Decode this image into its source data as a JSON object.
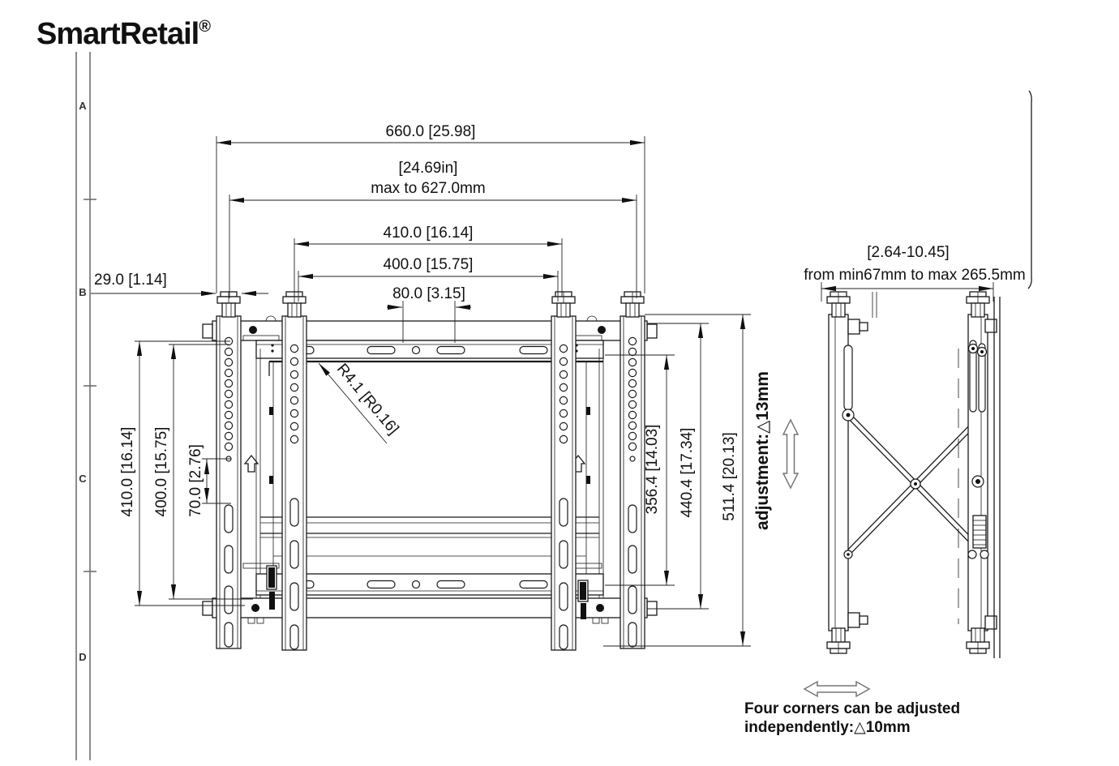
{
  "logo": {
    "text": "SmartRetail",
    "mark": "®",
    "color": "#1d56a8"
  },
  "border_zones": {
    "a": "A",
    "b": "B",
    "c": "C",
    "d": "D"
  },
  "front_view": {
    "dim_overall_width": "660.0 [25.98]",
    "dim_max_width_in": "[24.69in]",
    "dim_max_width_mm": "max to 627.0mm",
    "dim_rail_spacing": "410.0 [16.14]",
    "dim_vesa_width": "400.0 [15.75]",
    "dim_slot_spacing": "80.0 [3.15]",
    "dim_rail_width": "29.0 [1.14]",
    "dim_height_410": "410.0 [16.14]",
    "dim_height_400": "400.0 [15.75]",
    "dim_height_70": "70.0 [2.76]",
    "dim_radius": "R4.1 [R0.16]",
    "dim_height_356": "356.4 [14.03]",
    "dim_height_440": "440.4 [17.34]",
    "dim_height_511": "511.4 [20.13]",
    "dim_adjustment": "adjustment:△13mm"
  },
  "side_view": {
    "dim_depth_in": "[2.64-10.45]",
    "dim_depth_mm": "from min67mm to max 265.5mm"
  },
  "note": {
    "line1": "Four corners can be adjusted",
    "line2": "independently:△10mm"
  }
}
